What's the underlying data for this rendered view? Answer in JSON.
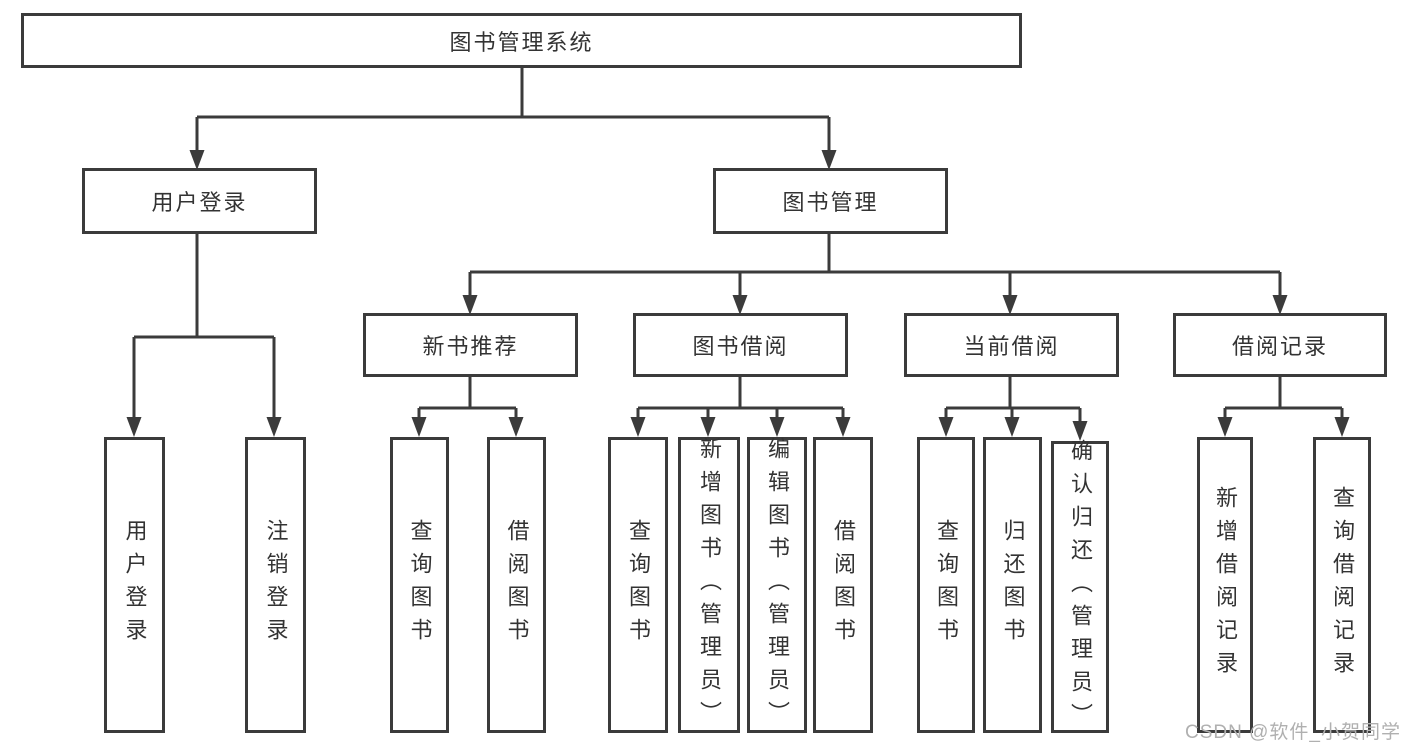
{
  "colors": {
    "line": "#3b3b3b",
    "box_border": "#3b3b3b",
    "text": "#333333",
    "background": "#ffffff",
    "watermark_text_color": "#b0b0b0"
  },
  "diagram": {
    "root": {
      "label": "图书管理系统"
    },
    "branches": {
      "user_login": {
        "label": "用户登录",
        "children": {
          "login": {
            "label": "用户登录"
          },
          "logout": {
            "label": "注销登录"
          }
        }
      },
      "book_management": {
        "label": "图书管理",
        "children": {
          "new_book_recommend": {
            "label": "新书推荐",
            "children": {
              "query_books": {
                "label": "查询图书"
              },
              "borrow_books": {
                "label": "借阅图书"
              }
            }
          },
          "book_borrowing": {
            "label": "图书借阅",
            "children": {
              "query_books": {
                "label": "查询图书"
              },
              "add_books": {
                "label": "新增图书（管理员）"
              },
              "edit_books": {
                "label": "编辑图书（管理员）"
              },
              "borrow_books": {
                "label": "借阅图书"
              }
            }
          },
          "current_borrowing": {
            "label": "当前借阅",
            "children": {
              "query_books": {
                "label": "查询图书"
              },
              "return_books": {
                "label": "归还图书"
              },
              "confirm_return": {
                "label": "确认归还（管理员）"
              }
            }
          },
          "borrowing_records": {
            "label": "借阅记录",
            "children": {
              "add_record": {
                "label": "新增借阅记录"
              },
              "query_record": {
                "label": "查询借阅记录"
              }
            }
          }
        }
      }
    }
  },
  "watermark": {
    "text": "CSDN @软件_小贺同学"
  }
}
